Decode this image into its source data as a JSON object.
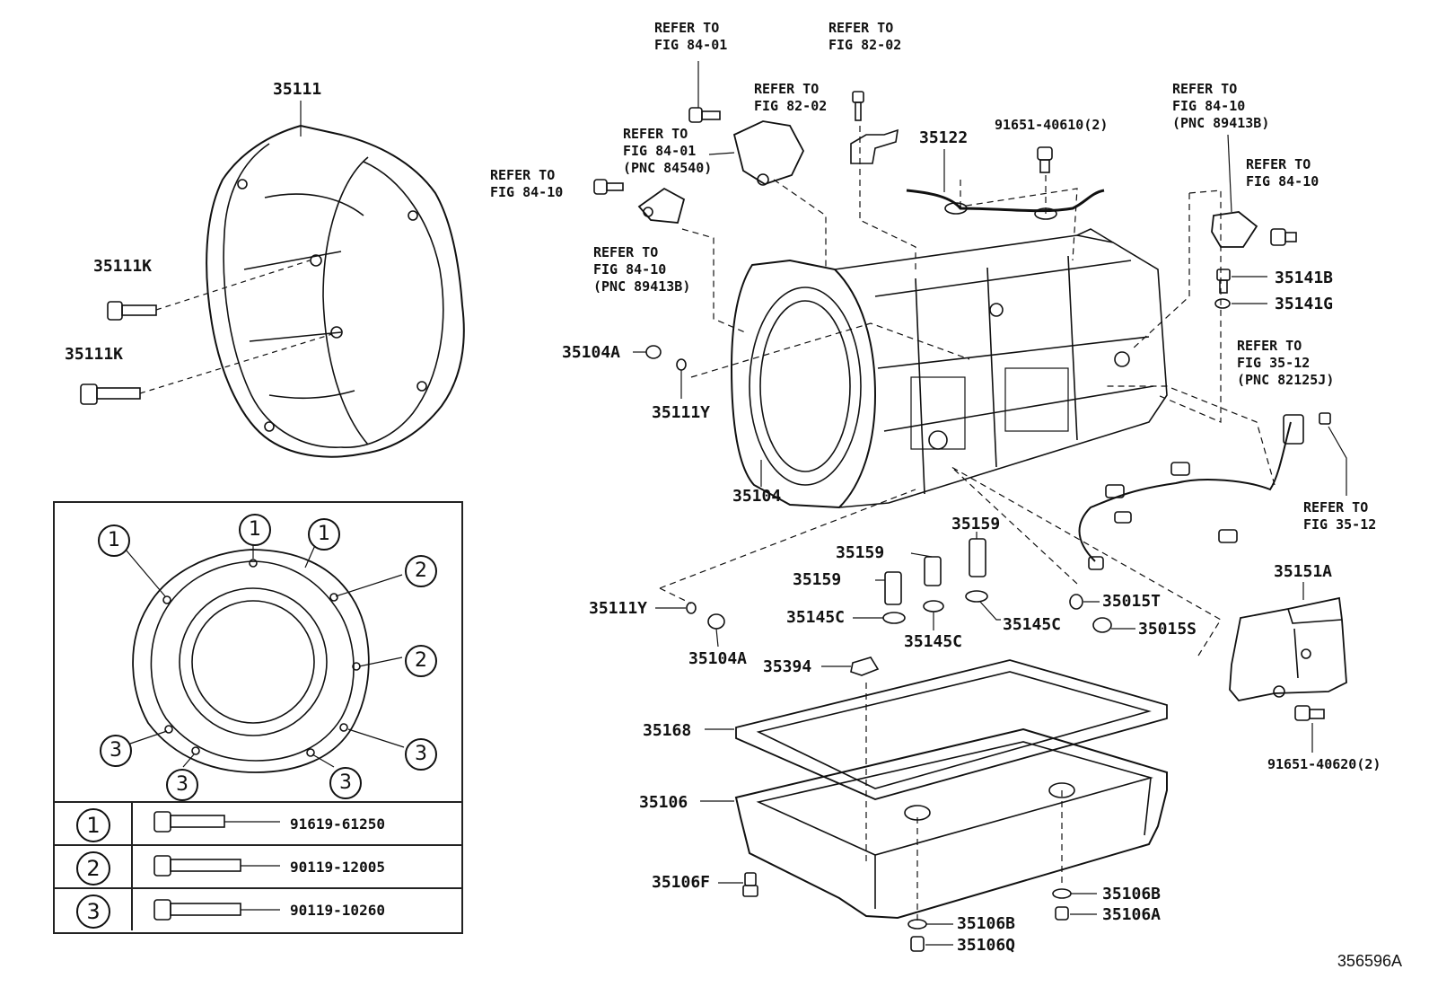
{
  "figure_id": "356596A",
  "parts": {
    "p35111": "35111",
    "p35111k_a": "35111K",
    "p35111k_b": "35111K",
    "p35104a_top": "35104A",
    "p35111y_top": "35111Y",
    "p35104": "35104",
    "p35122": "35122",
    "p91651_40610": "91651-40610(2)",
    "p35141b": "35141B",
    "p35141g": "35141G",
    "p35159_a": "35159",
    "p35159_b": "35159",
    "p35159_c": "35159",
    "p35145c_a": "35145C",
    "p35145c_b": "35145C",
    "p35145c_c": "35145C",
    "p35111y_bot": "35111Y",
    "p35104a_bot": "35104A",
    "p35015t": "35015T",
    "p35015s": "35015S",
    "p35151a": "35151A",
    "p35394": "35394",
    "p35168": "35168",
    "p35106": "35106",
    "p35106f": "35106F",
    "p35106b_a": "35106B",
    "p35106a": "35106A",
    "p35106b_b": "35106B",
    "p35106q": "35106Q",
    "p91651_40620": "91651-40620(2)"
  },
  "refs": {
    "r1": "REFER TO\nFIG 84-01",
    "r2": "REFER TO\nFIG 82-02",
    "r3": "REFER TO\nFIG 82-02",
    "r4": "REFER TO\nFIG 84-01\n(PNC 84540)",
    "r5": "REFER TO\nFIG 84-10",
    "r6": "REFER TO\nFIG 84-10\n(PNC 89413B)",
    "r7": "REFER TO\nFIG 84-10\n(PNC 89413B)",
    "r8": "REFER TO\nFIG 84-10",
    "r9": "REFER TO\nFIG 35-12\n(PNC 82125J)",
    "r10": "REFER TO\nFIG 35-12"
  },
  "bolt_diagram": {
    "callouts": [
      "1",
      "1",
      "1",
      "2",
      "2",
      "3",
      "3",
      "3",
      "3"
    ]
  },
  "legend": [
    {
      "symbol": "1",
      "part": "91619-61250"
    },
    {
      "symbol": "2",
      "part": "90119-12005"
    },
    {
      "symbol": "3",
      "part": "90119-10260"
    }
  ]
}
